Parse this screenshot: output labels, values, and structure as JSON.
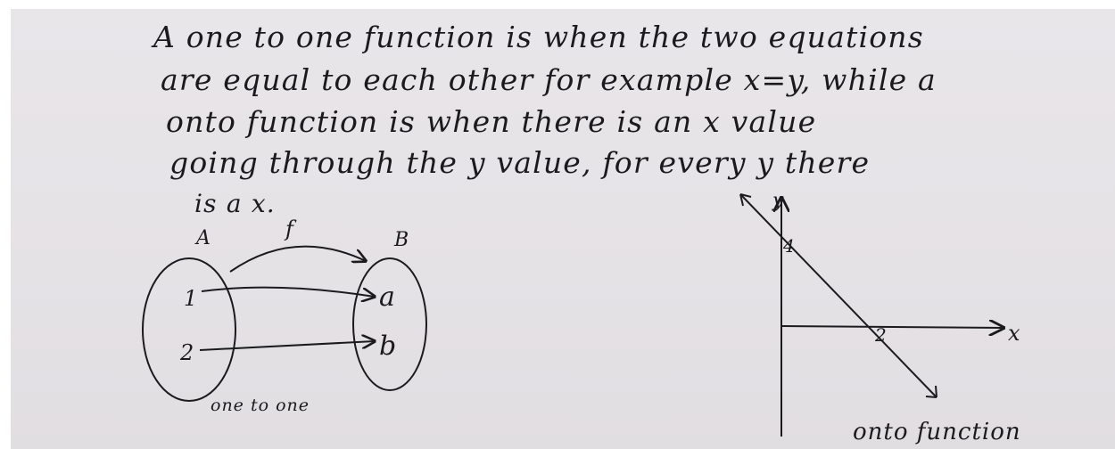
{
  "colors": {
    "paper": "#e6e3e7",
    "ink": "#1b1b1e",
    "margin": "#ffffff"
  },
  "text": {
    "line1": "A one to one function is when the two equations",
    "line2": "are equal to each other for example x=y, while a",
    "line3": "onto function is when there is an x value",
    "line4": "going through the y value, for every y there",
    "line5": "is a x."
  },
  "left_diagram": {
    "set_a_label": "A",
    "set_b_label": "B",
    "mapping_label": "f",
    "domain": [
      "1",
      "2"
    ],
    "codomain": [
      "a",
      "b"
    ],
    "caption": "one to one"
  },
  "right_graph": {
    "y_axis_label": "y",
    "x_axis_label": "x",
    "y_intercept": "4",
    "x_intercept": "2",
    "caption": "onto function"
  }
}
